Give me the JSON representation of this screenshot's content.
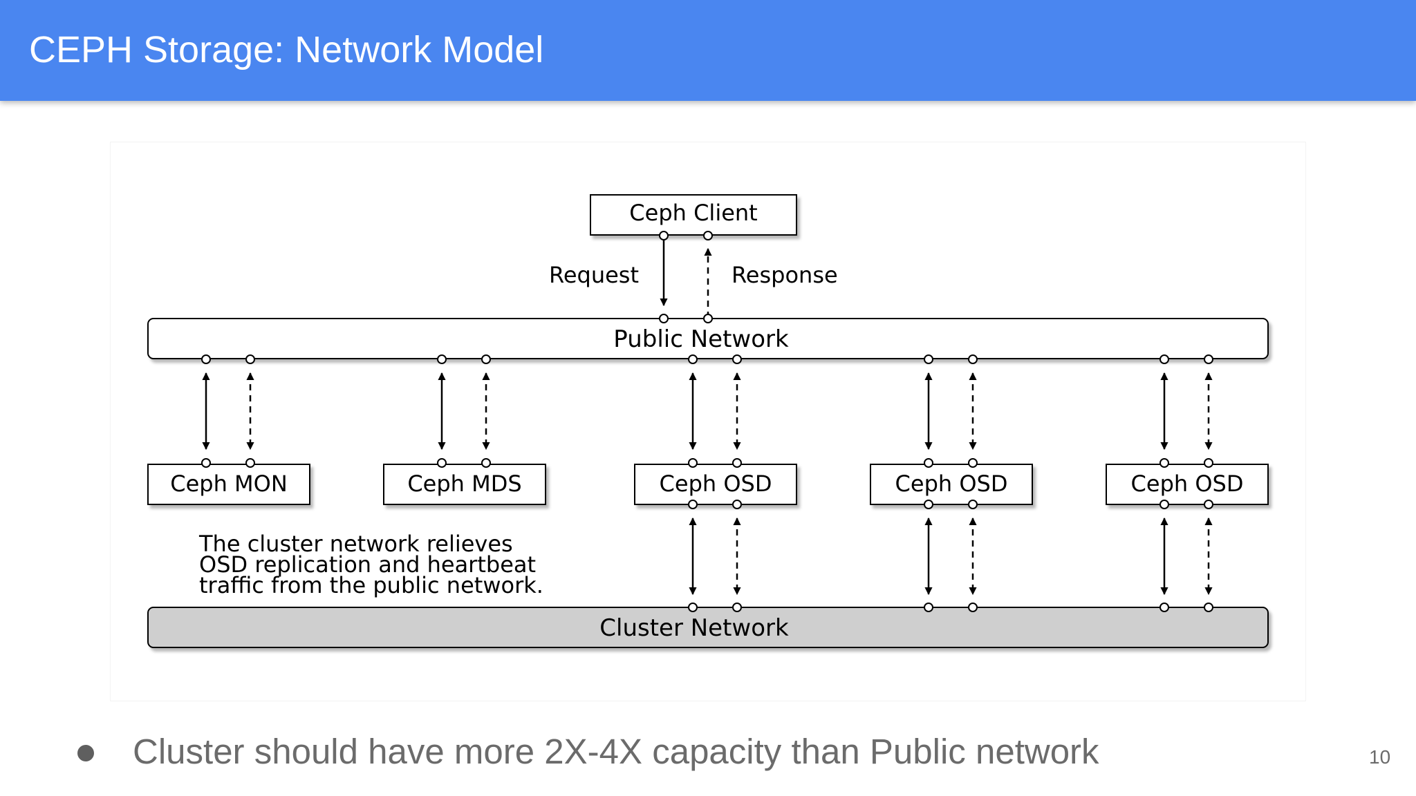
{
  "header": {
    "title": "CEPH Storage: Network Model",
    "background": "#4a86f0"
  },
  "diagram": {
    "client": "Ceph Client",
    "request_label": "Request",
    "response_label": "Response",
    "public_network": "Public Network",
    "cluster_network": "Cluster Network",
    "nodes": [
      "Ceph MON",
      "Ceph MDS",
      "Ceph OSD",
      "Ceph OSD",
      "Ceph OSD"
    ],
    "note_lines": [
      "The cluster network relieves",
      "OSD replication and heartbeat",
      "traffic from the public network."
    ]
  },
  "bullets": [
    "Cluster should have more 2X-4X capacity than Public network"
  ],
  "page_number": "10"
}
